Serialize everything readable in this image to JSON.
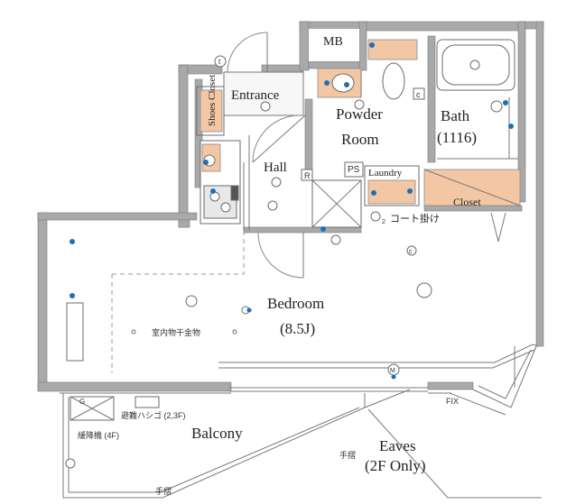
{
  "rooms": {
    "mb": "MB",
    "entrance": "Entrance",
    "shoes_closet": "Shoes Closet",
    "powder_room_line1": "Powder",
    "powder_room_line2": "Room",
    "bath_line1": "Bath",
    "bath_line2": "(1116)",
    "hall": "Hall",
    "ps": "PS",
    "laundry": "Laundry",
    "closet": "Closet",
    "coat_hook": "コート掛け",
    "bedroom_line1": "Bedroom",
    "bedroom_line2": "(8.5J)",
    "indoor_drying": "室内物干金物",
    "escape_ladder": "避難ハシゴ (2,3F)",
    "descender": "緩降機 (4F)",
    "balcony": "Balcony",
    "eaves_line1": "Eaves",
    "eaves_line2": "(2F Only)",
    "handrail_1": "手摺",
    "handrail_2": "手摺",
    "fix": "FIX"
  },
  "symbols": {
    "t": "t",
    "c": "c",
    "r": "R",
    "two": "2",
    "m": "M",
    "g": "G"
  },
  "colors": {
    "wall": "#a9a9a9",
    "fixture_fill": "#f3c7a4",
    "accent_blue": "#1f6fb5"
  }
}
